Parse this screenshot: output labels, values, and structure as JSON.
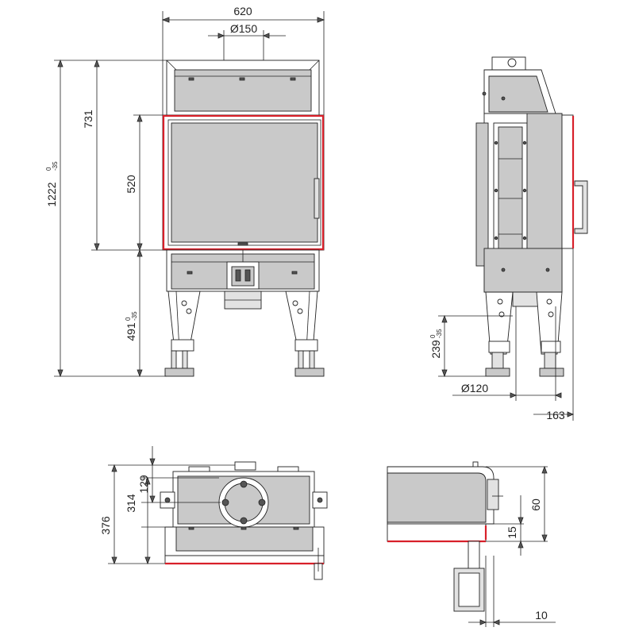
{
  "front_view": {
    "width_label": "620",
    "flue_label": "Ø150",
    "height_total_label": "1222",
    "height_total_tol_upper": "0",
    "height_total_tol_lower": "-35",
    "height_top_label": "731",
    "door_height_label": "520",
    "leg_height_label": "491",
    "leg_height_tol_upper": "0",
    "leg_height_tol_lower": "-35"
  },
  "side_view": {
    "leg_height_label": "239",
    "leg_height_tol_upper": "0",
    "leg_height_tol_lower": "-35",
    "air_inlet_label": "Ø120",
    "depth_label": "163"
  },
  "top_view": {
    "depth_total_label": "376",
    "depth_mid_label": "314",
    "depth_flue_label": "129"
  },
  "detail_view": {
    "height_label": "60",
    "frame_label": "15",
    "offset_label": "10"
  },
  "colors": {
    "accent_red": "#d8202a",
    "body_grey": "#c9c9c9",
    "line": "#222222"
  }
}
